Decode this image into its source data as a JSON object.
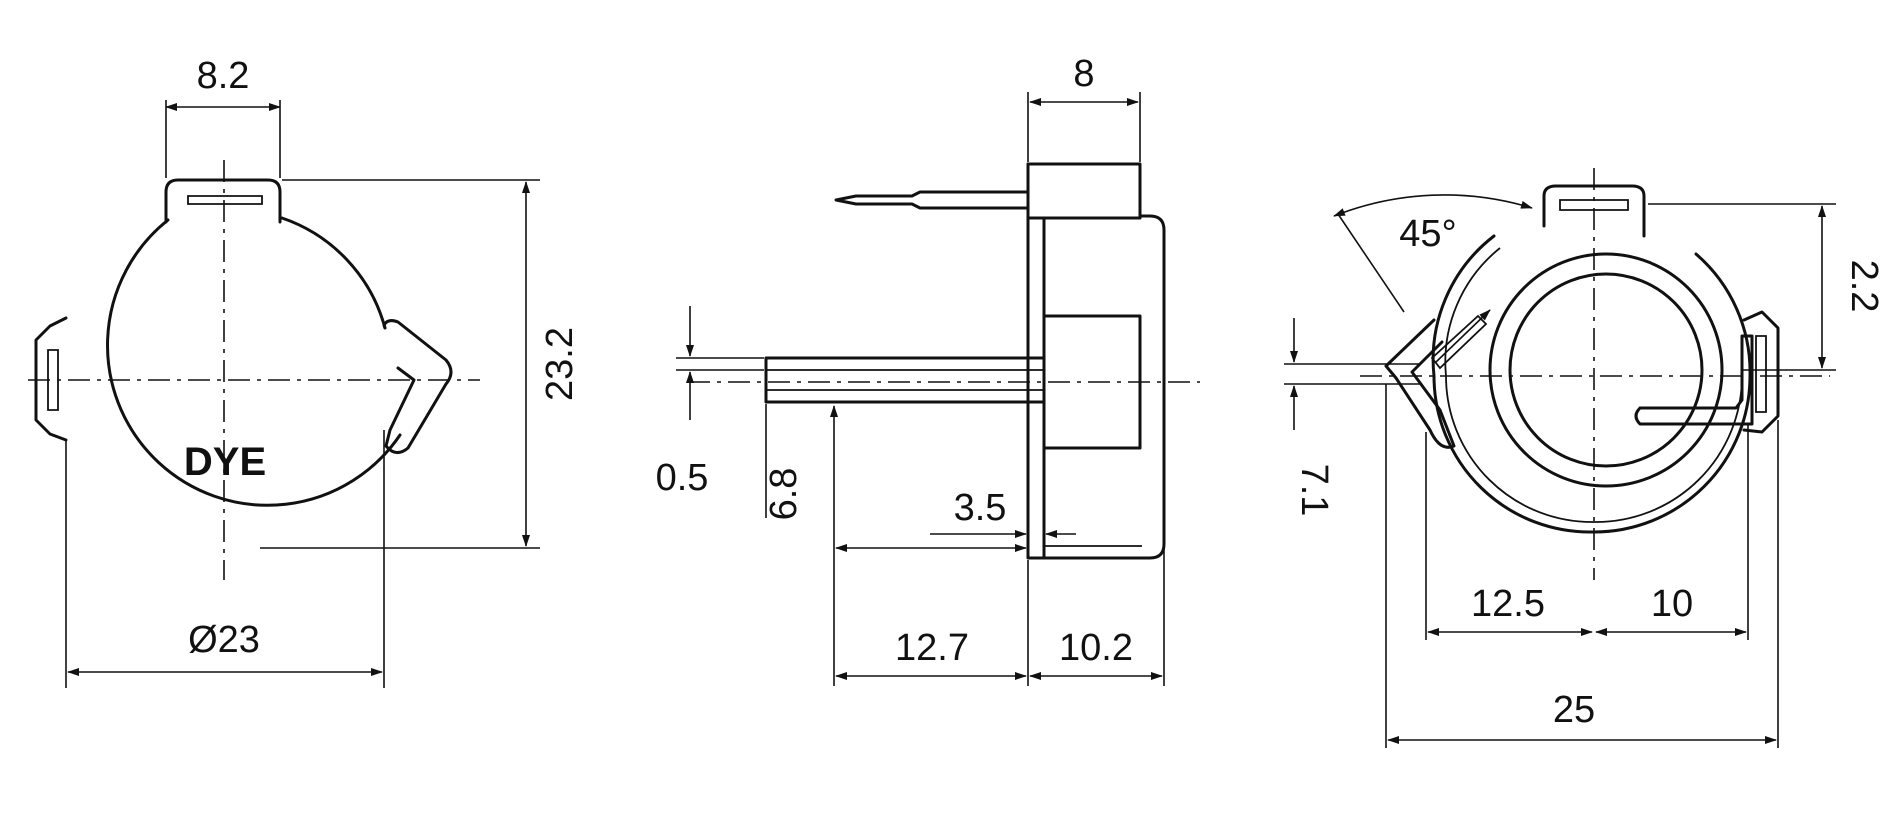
{
  "front_view": {
    "marking": "DYE",
    "dims": {
      "slot_width": "8.2",
      "height": "23.2",
      "diameter": "Ø23"
    }
  },
  "side_view": {
    "dims": {
      "depth": "8",
      "pin_thickness": "0.5",
      "pin_offset": "6.8",
      "flange": "3.5",
      "pin_length": "12.7",
      "body_length": "10.2"
    }
  },
  "rear_view": {
    "dims": {
      "angle": "45°",
      "top_offset": "2.2",
      "pin_offset": "7.1",
      "left_span": "12.5",
      "right_span": "10",
      "overall": "25"
    }
  }
}
